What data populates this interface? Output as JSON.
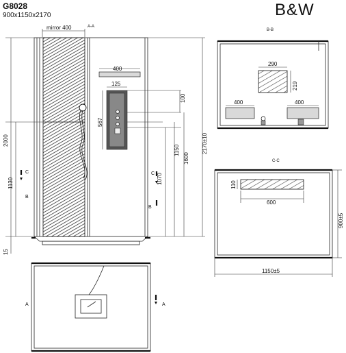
{
  "header": {
    "model": "G8028",
    "size": "900x1150x2170",
    "brand": "B&W"
  },
  "section_labels": {
    "aa": "A-A",
    "bb": "B-B",
    "cc": "C-C",
    "a": "A",
    "b": "B",
    "c": "C"
  },
  "dimensions": {
    "mirror": "mirror 400",
    "shelf_400": "400",
    "panel_125": "125",
    "d_100": "100",
    "d_567": "567",
    "d_2000": "2000",
    "d_1130": "1130",
    "d_15": "15",
    "d_1070": "1070",
    "d_1150": "1150",
    "d_1600": "1600",
    "d_2170": "2170±10",
    "bb_290": "290",
    "bb_219": "219",
    "bb_400_left": "400",
    "bb_400_right": "400",
    "cc_110": "110",
    "cc_600": "600",
    "cc_900": "900±5",
    "cc_1150": "1150±5"
  }
}
